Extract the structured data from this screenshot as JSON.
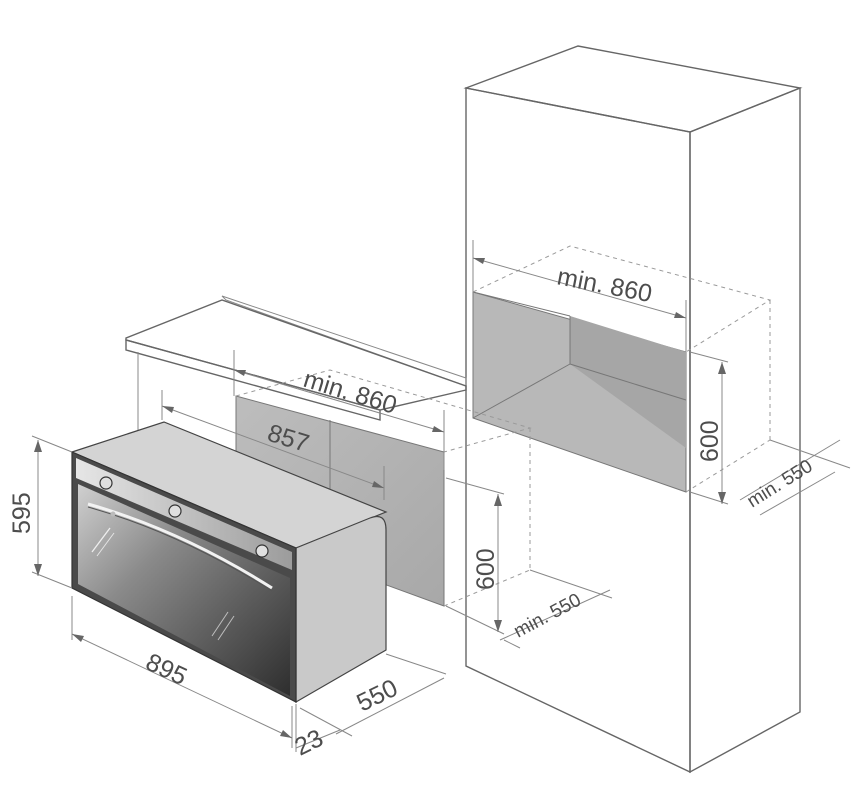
{
  "dimensions": {
    "oven_width": "895",
    "oven_height": "595",
    "oven_depth": "550",
    "front_panel_depth": "23",
    "cutout_width": "857",
    "under_counter_min_width": "min. 860",
    "under_counter_height": "600",
    "under_counter_min_depth": "min. 550",
    "column_min_width": "min. 860",
    "column_height": "600",
    "column_min_depth": "min. 550"
  },
  "colors": {
    "outline": "#666666",
    "niche_fill": "#b5b5b5",
    "oven_side": "#c9c9c9",
    "oven_front_dark": "#3a3a3a",
    "oven_front_light": "#8a8a8a"
  }
}
